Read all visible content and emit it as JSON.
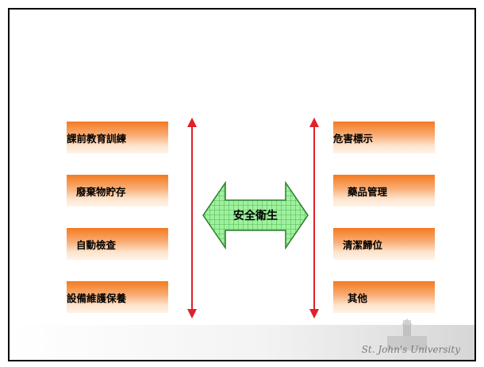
{
  "center": {
    "label": "安全衛生",
    "fill": "#8fe28f",
    "stroke": "#2a7d2a"
  },
  "left_items": [
    {
      "label": "課前教育訓練"
    },
    {
      "label": "廢棄物貯存"
    },
    {
      "label": "自動檢查"
    },
    {
      "label": "設備維護保養"
    }
  ],
  "right_items": [
    {
      "label": "危害標示"
    },
    {
      "label": "藥品管理"
    },
    {
      "label": "清潔歸位"
    },
    {
      "label": "其他"
    }
  ],
  "connector_color": "#e0202a",
  "box_color": "#f47a1f",
  "footer": {
    "brand": "St. John's University"
  }
}
